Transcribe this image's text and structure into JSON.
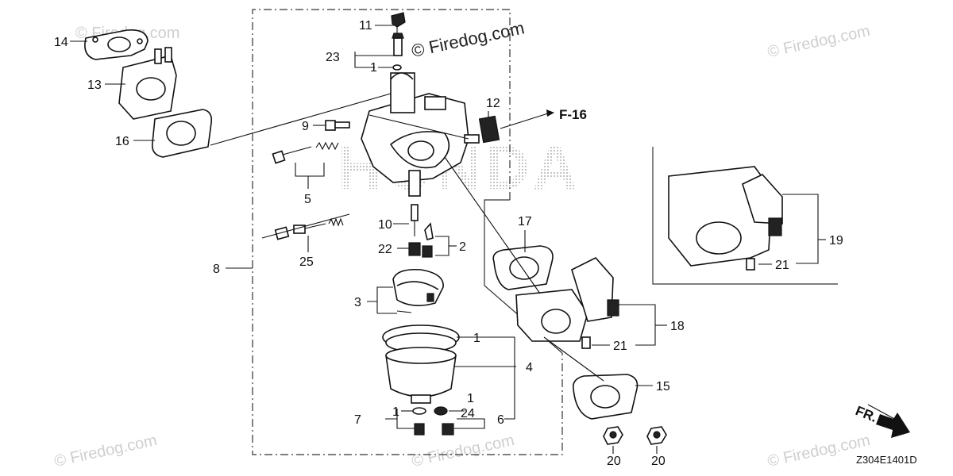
{
  "watermarks": {
    "main": "© Firedog.com",
    "repeat": "© Firedog.com"
  },
  "brand_text": "HONDA",
  "reference": "F-16",
  "diagram_code": "Z304E1401D",
  "front_marker": "FR.",
  "callouts": {
    "c1_top": "1",
    "c2": "2",
    "c3": "3",
    "c4": "4",
    "c5": "5",
    "c6": "6",
    "c7": "7",
    "c8": "8",
    "c9": "9",
    "c10": "10",
    "c11": "11",
    "c12": "12",
    "c13": "13",
    "c14": "14",
    "c15": "15",
    "c16": "16",
    "c17": "17",
    "c18": "18",
    "c19": "19",
    "c20a": "20",
    "c20b": "20",
    "c21a": "21",
    "c21b": "21",
    "c22": "22",
    "c23": "23",
    "c24": "24",
    "c25": "25",
    "c1_bowl": "1",
    "c1_left": "1",
    "c1_right": "1"
  }
}
